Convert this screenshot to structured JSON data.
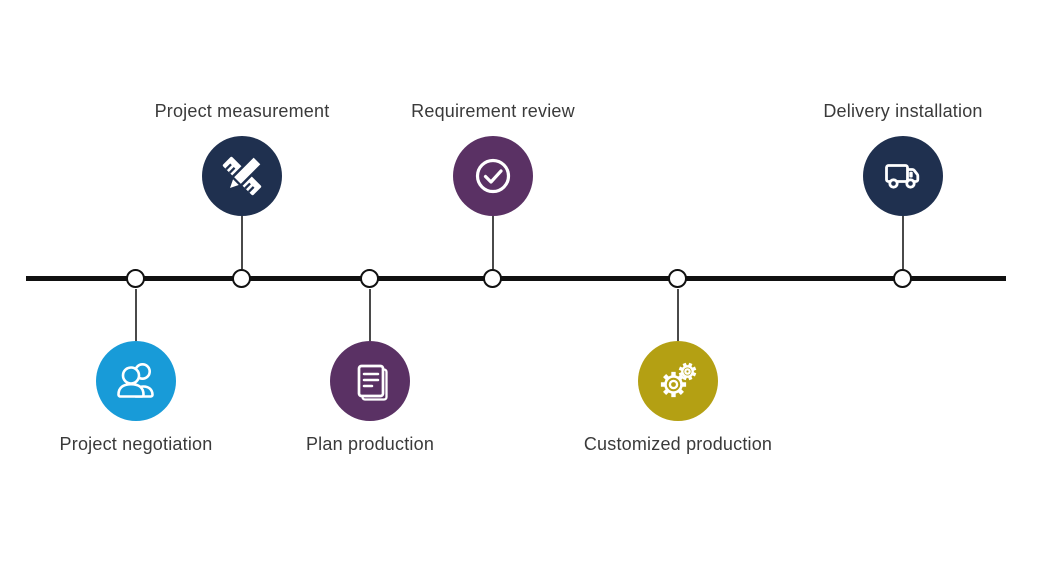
{
  "diagram": {
    "type": "process-timeline",
    "steps": [
      {
        "label": "Project negotiation",
        "position": "below",
        "icon": "people-icon",
        "color": "#189bd8"
      },
      {
        "label": "Project measurement",
        "position": "above",
        "icon": "ruler-pencil-icon",
        "color": "#1f304f"
      },
      {
        "label": "Plan production",
        "position": "below",
        "icon": "document-icon",
        "color": "#5a3164"
      },
      {
        "label": "Requirement review",
        "position": "above",
        "icon": "check-circle-icon",
        "color": "#5a3164"
      },
      {
        "label": "Customized production",
        "position": "below",
        "icon": "gears-icon",
        "color": "#b4a013"
      },
      {
        "label": "Delivery installation",
        "position": "above",
        "icon": "truck-icon",
        "color": "#1f304f"
      }
    ],
    "colors": {
      "background": "#ffffff",
      "timeline": "#111111",
      "node_fill": "#ffffff",
      "node_border": "#111111",
      "connector": "#4a4a4a",
      "label_text": "#3a3a3a"
    }
  }
}
